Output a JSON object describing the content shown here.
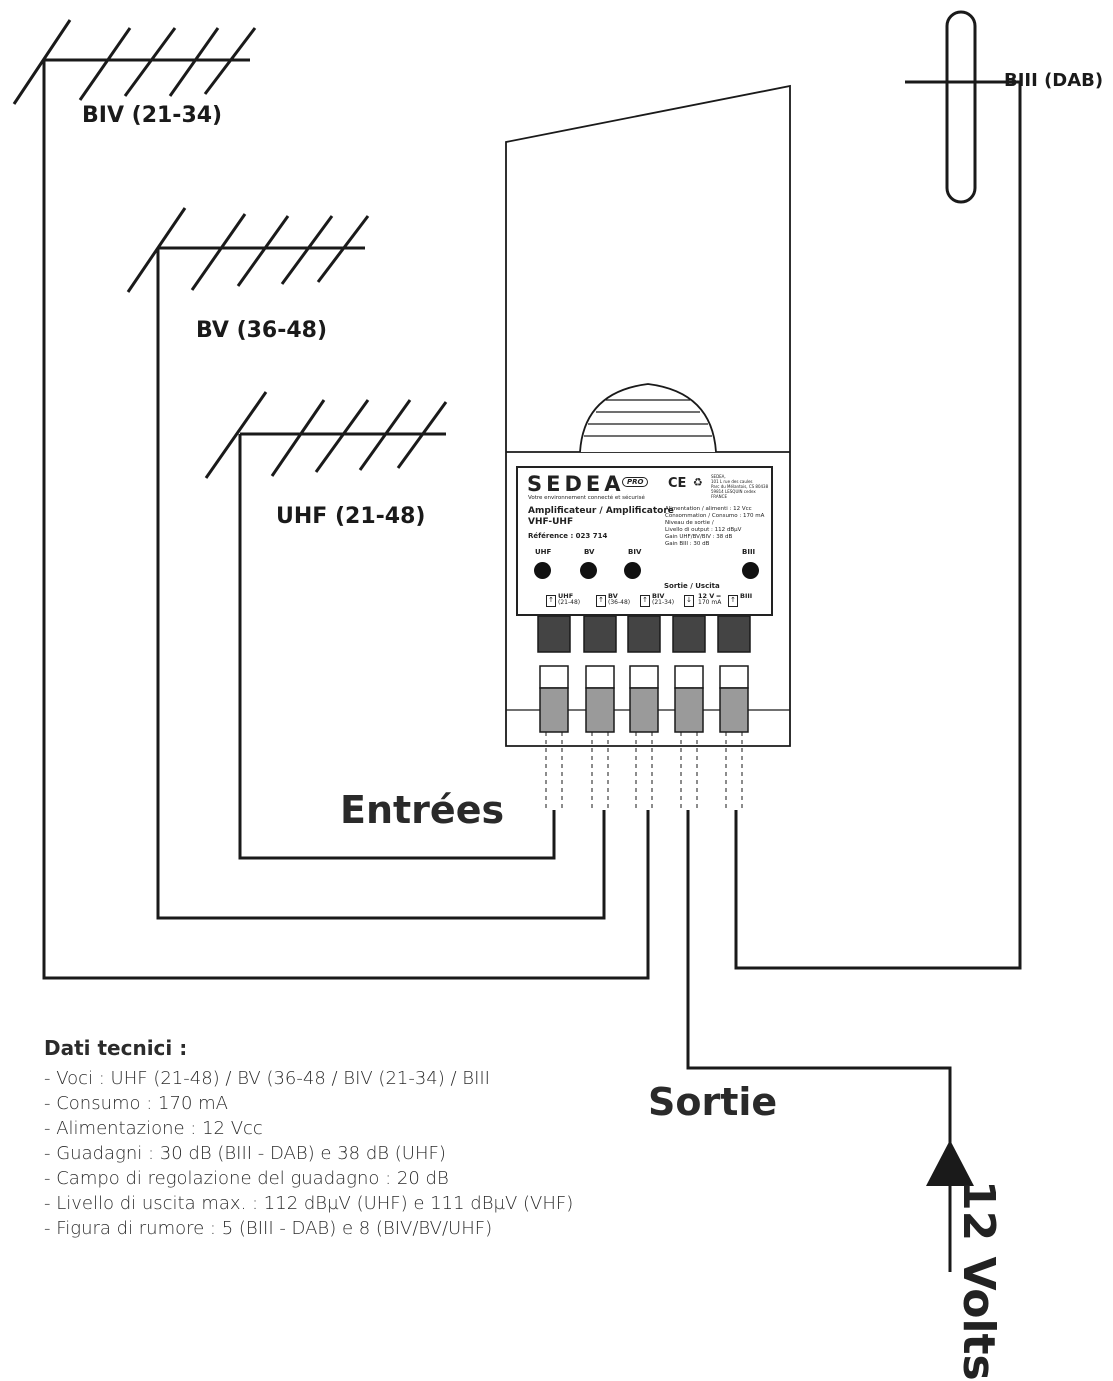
{
  "antennas": {
    "biv_label": "BIV (21-34)",
    "bv_label": "BV (36-48)",
    "uhf_label": "UHF (21-48)",
    "biii_label": "BIII (DAB)"
  },
  "labels": {
    "entrees": "Entrées",
    "sortie": "Sortie",
    "volts": "12 Volts"
  },
  "panel": {
    "brand": "SEDEA",
    "brand_badge": "PRO",
    "tagline": "Votre environnement connecté et sécurisé",
    "ce_mark": "CE",
    "weee_mark": "♻",
    "address": "SEDEA,\n101 L rue des caules\nParc du Mélantois, CS 80438\n59814 LESQUIN cedex\nFRANCE",
    "model": "Amplificateur / Amplificatore\nVHF-UHF",
    "reference": "Référence : 023 714",
    "specs": "Alimentation / alimenti : 12 Vcc\nConsommation / Consumo : 170 mA\nNiveau de sortie /\nLivello di output : 112 dBµV\nGain UHF/BV/BIV : 38 dB\nGain BIII : 30 dB",
    "knobs": [
      "UHF",
      "BV",
      "BIV",
      "BIII"
    ],
    "sortie_label": "Sortie / Uscita",
    "ports": [
      {
        "name": "UHF",
        "sub": "(21-48)"
      },
      {
        "name": "BV",
        "sub": "(36-48)"
      },
      {
        "name": "BIV",
        "sub": "(21-34)"
      },
      {
        "name": "12 V ═",
        "sub": "170 mA"
      },
      {
        "name": "BIII",
        "sub": ""
      }
    ]
  },
  "specs": {
    "title": "Dati tecnici :",
    "lines": [
      "- Voci : UHF (21-48) / BV (36-48 / BIV (21-34) / BIII",
      "- Consumo : 170 mA",
      "- Alimentazione : 12 Vcc",
      "- Guadagni : 30 dB (BIII - DAB) e 38 dB (UHF)",
      "- Campo di regolazione del guadagno : 20 dB",
      "- Livello di uscita max. : 112 dBµV (UHF) e 111 dBµV (VHF)",
      "- Figura di rumore : 5 (BIII - DAB) e 8 (BIV/BV/UHF)"
    ]
  }
}
